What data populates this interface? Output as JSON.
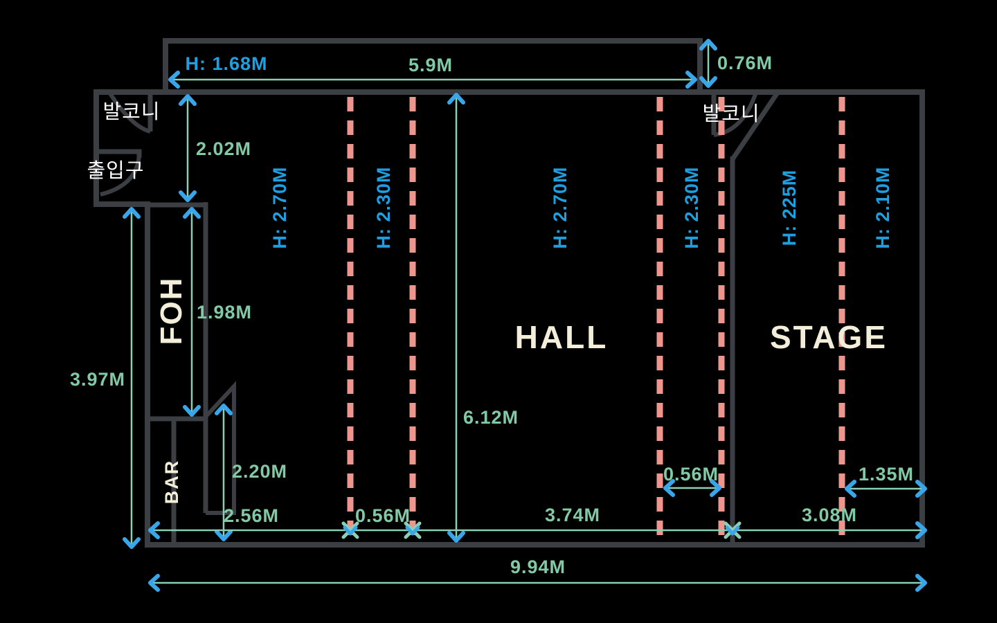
{
  "colors": {
    "background": "#000000",
    "wall": "#3b3e42",
    "ceiling_break_dash": "#ee968e",
    "dimension_line": "#8bd0b4",
    "dimension_text": "#82caa6",
    "height_text": "#1e9fe0",
    "arrowhead": "#3aa6ea",
    "room_text": "#f2eeda",
    "korean_text": "#ffffff"
  },
  "rooms": {
    "foh": "FOH",
    "hall": "HALL",
    "stage": "STAGE",
    "bar": "BAR"
  },
  "areas": {
    "balcony_left": "발코니",
    "entrance": "출입구",
    "balcony_right": "발코니"
  },
  "heights": {
    "corridor": "H: 1.68M",
    "foh_zone": "H: 2.70M",
    "left_break_zone": "H: 2.30M",
    "hall_zone": "H: 2.70M",
    "hall_right_zone": "H: 2.30M",
    "stage_left_zone": "H: 225M",
    "stage_right_zone": "H: 2.10M"
  },
  "dimensions": {
    "corridor_width": "5.9M",
    "corridor_depth": "0.76M",
    "upper_left_depth": "2.02M",
    "foh_length": "1.98M",
    "left_side_height": "3.97M",
    "hall_depth": "6.12M",
    "ramp_length": "2.20M",
    "bottom_foh_span": "2.56M",
    "left_break_gap": "0.56M",
    "bottom_hall_span": "3.74M",
    "right_break_gap": "0.56M",
    "stage_right_span": "1.35M",
    "bottom_stage_span": "3.08M",
    "total_width": "9.94M"
  }
}
